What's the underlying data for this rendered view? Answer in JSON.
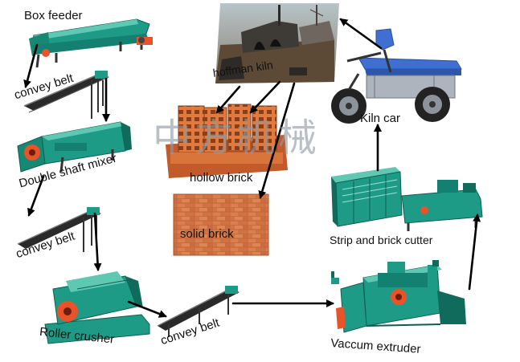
{
  "labels": {
    "box_feeder": "Box feeder",
    "convey_belt_1": "convey belt",
    "double_shaft_mixer": "Double shaft mixer",
    "convey_belt_2": "convey belt",
    "roller_crusher": "Roller crusher",
    "convey_belt_3": "convey belt",
    "vaccum_extruder": "Vaccum extruder",
    "strip_and_brick_cutter": "Strip and brick cutter",
    "kiln_car": "Kiln car",
    "hoffman_kiln": "hoffman kiln",
    "hollow_brick": "hollow brick",
    "solid_brick": "solid brick"
  },
  "watermark": "中方机械",
  "colors": {
    "machine_green": "#1e9b86",
    "machine_green_dark": "#116b5c",
    "machine_orange": "#e8532a",
    "belt_dark": "#2a2a2a",
    "brick_orange": "#d9743a",
    "brick_red": "#c35a2a",
    "kiln_car_blue": "#3f6fd0",
    "arrow": "#000000"
  }
}
